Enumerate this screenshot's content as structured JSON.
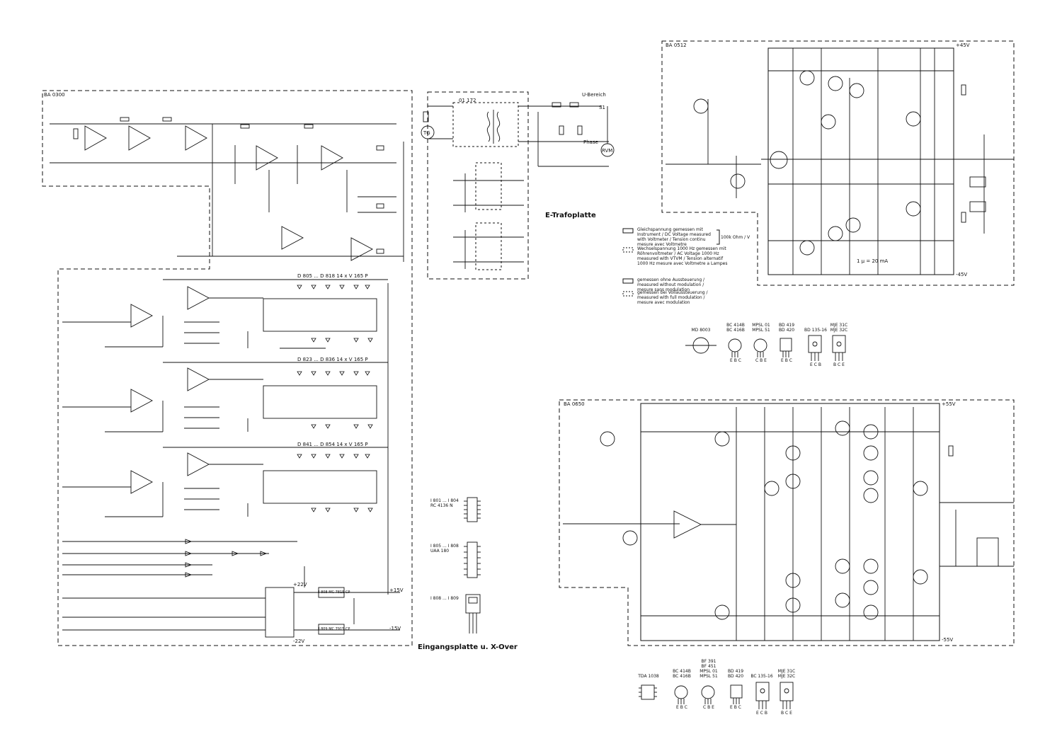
{
  "boards": {
    "input_board": {
      "id_tag": "BA 0300",
      "title": "Eingangsplatte u. X-Over"
    },
    "transformer_board": {
      "title": "E-Trafoplatte",
      "id_tag": "01 172",
      "components": [
        "TG",
        "U-Bereich",
        "Phase",
        "RVM",
        "S1"
      ]
    },
    "power_amp_top": {
      "id_tag": "BA 0512",
      "rail_pos": "+45V",
      "rail_neg": "-45V",
      "current_note": "1 µ = 20 mA"
    },
    "power_amp_bottom": {
      "id_tag": "BA 0650",
      "rail_pos": "+55V",
      "rail_neg": "-55V"
    }
  },
  "legend": [
    {
      "style": "solid",
      "text": "Gleichspannung gemessen mit Instrument / DC Voltage measured with Voltmeter / Tension continu mesure avec Voltmetre",
      "suffix": "100k Ohm / V"
    },
    {
      "style": "dashed",
      "text": "Wechselspannung 1000 Hz gemessen mit Röhrenvoltmeter / AC Voltage 1000 Hz measured with VTVM / Tension alternatif 1000 Hz mesure avec Voltmetre a Lampes"
    },
    {
      "style": "solid",
      "text": "gemessen ohne Aussteuerung / measured without modulation / mesure sans modulation"
    },
    {
      "style": "dashed",
      "text": "gemessen bei Vollaussteuerung / measured with full modulation / mesure avec modulation"
    }
  ],
  "pinouts_top": [
    {
      "parts": "MD 8003",
      "pins": ""
    },
    {
      "parts": "BC 414B\nBC 416B",
      "pins": "E B C"
    },
    {
      "parts": "MPSL 01\nMPSL 51",
      "pins": "C B E"
    },
    {
      "parts": "BD 419\nBD 420",
      "pins": "E B C"
    },
    {
      "parts": "BD 135-16",
      "pins": "E C B"
    },
    {
      "parts": "MJE 31C\nMJE 32C",
      "pins": "B C E"
    }
  ],
  "pinouts_bottom": [
    {
      "parts": "TDA 1038",
      "pins": ""
    },
    {
      "parts": "BC 414B\nBC 416B",
      "pins": "E B C"
    },
    {
      "parts": "BF 391\nBF 451\nMPSL 01\nMPSL 51",
      "pins": "C B E"
    },
    {
      "parts": "BD 419\nBD 420",
      "pins": "E B C"
    },
    {
      "parts": "BC 135-16",
      "pins": "E C B"
    },
    {
      "parts": "MJE 31C\nMJE 32C",
      "pins": "B C E"
    }
  ],
  "ic_list": [
    {
      "label": "I 801 ... I 804\nRC 4136 N"
    },
    {
      "label": "I 805 ... I 808\nUAA 180"
    },
    {
      "label": "I 808 ... I 809"
    }
  ],
  "led_rows": [
    {
      "label": "D 805 ... D 818  14 x V 165 P"
    },
    {
      "label": "D 823 ... D 836  14 x V 165 P"
    },
    {
      "label": "D 841 ... D 854  14 x V 165 P"
    }
  ],
  "regulators": [
    "I 808 MC 7815 CP",
    "I 809 MC 7915 CP"
  ],
  "rails": [
    "+15V",
    "-15V",
    "+22V",
    "-22V"
  ]
}
